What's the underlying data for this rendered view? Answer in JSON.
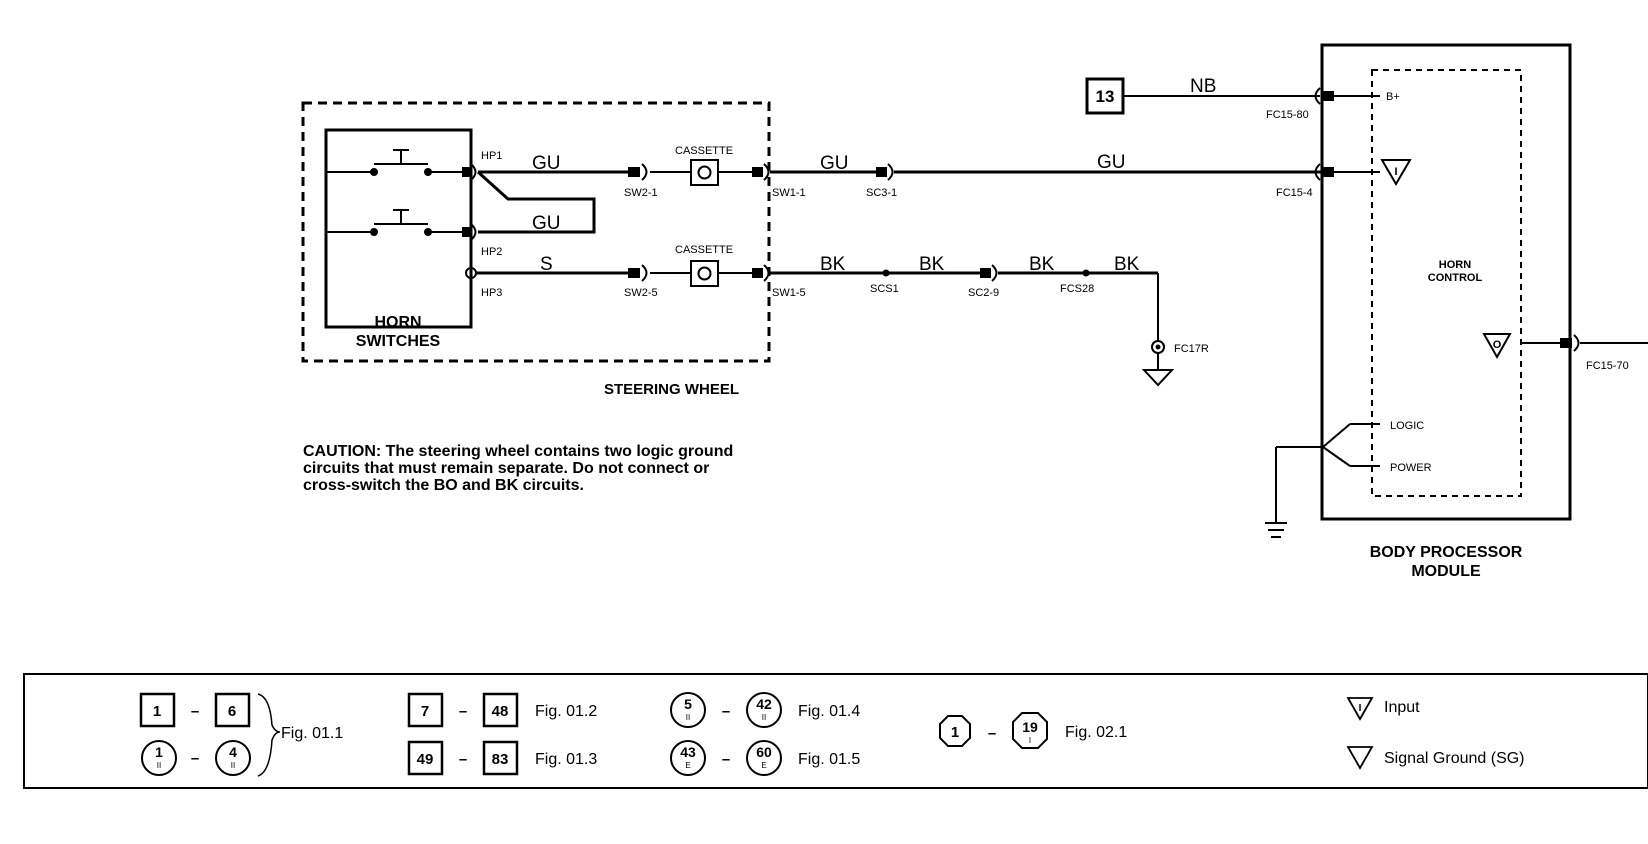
{
  "wires": {
    "gu_main_1": "GU",
    "gu_loop": "GU",
    "s_wire": "S",
    "gu_main_2": "GU",
    "gu_main_3": "GU",
    "bk_1": "BK",
    "bk_2": "BK",
    "bk_3": "BK",
    "bk_4": "BK",
    "nb": "NB"
  },
  "pins": {
    "hp1": "HP1",
    "hp2": "HP2",
    "hp3": "HP3",
    "sw2_1": "SW2-1",
    "sw2_5": "SW2-5",
    "sw1_1": "SW1-1",
    "sw1_5": "SW1-5",
    "sc3_1": "SC3-1",
    "scs1": "SCS1",
    "sc2_9": "SC2-9",
    "fcs28": "FCS28",
    "fc17r": "FC17R",
    "fc15_80": "FC15-80",
    "fc15_4": "FC15-4",
    "fc15_70": "FC15-70"
  },
  "labels": {
    "cassette_1": "CASSETTE",
    "cassette_2": "CASSETTE",
    "horn_switches_1": "HORN",
    "horn_switches_2": "SWITCHES",
    "steering_wheel": "STEERING WHEEL",
    "connector_13": "13",
    "bplus": "B+",
    "horn_control_1": "HORN",
    "horn_control_2": "CONTROL",
    "logic": "LOGIC",
    "power": "POWER",
    "bpm_1": "BODY PROCESSOR",
    "bpm_2": "MODULE",
    "input_symbol": "I",
    "output_symbol": "O"
  },
  "caution": {
    "line1": "CAUTION: The steering wheel contains two logic ground",
    "line2": "circuits that must remain separate.  Do not connect or",
    "line3": "cross-switch the BO and BK circuits."
  },
  "legend": {
    "g1_a": "1",
    "g1_b": "6",
    "g1_c": "1",
    "g1_c_sub": "II",
    "g1_d": "4",
    "g1_d_sub": "II",
    "g1_fig": "Fig. 01.1",
    "g2_a": "7",
    "g2_b": "48",
    "g2_fig": "Fig. 01.2",
    "g3_a": "49",
    "g3_b": "83",
    "g3_fig": "Fig. 01.3",
    "g4_a": "5",
    "g4_a_sub": "II",
    "g4_b": "42",
    "g4_b_sub": "II",
    "g4_fig": "Fig. 01.4",
    "g5_a": "43",
    "g5_a_sub": "E",
    "g5_b": "60",
    "g5_b_sub": "E",
    "g5_fig": "Fig. 01.5",
    "g6_a": "1",
    "g6_b": "19",
    "g6_b_sub": "I",
    "g6_fig": "Fig. 02.1",
    "input_sym": "I",
    "input_label": "Input",
    "sg_label": "Signal Ground (SG)",
    "dash": "–"
  }
}
